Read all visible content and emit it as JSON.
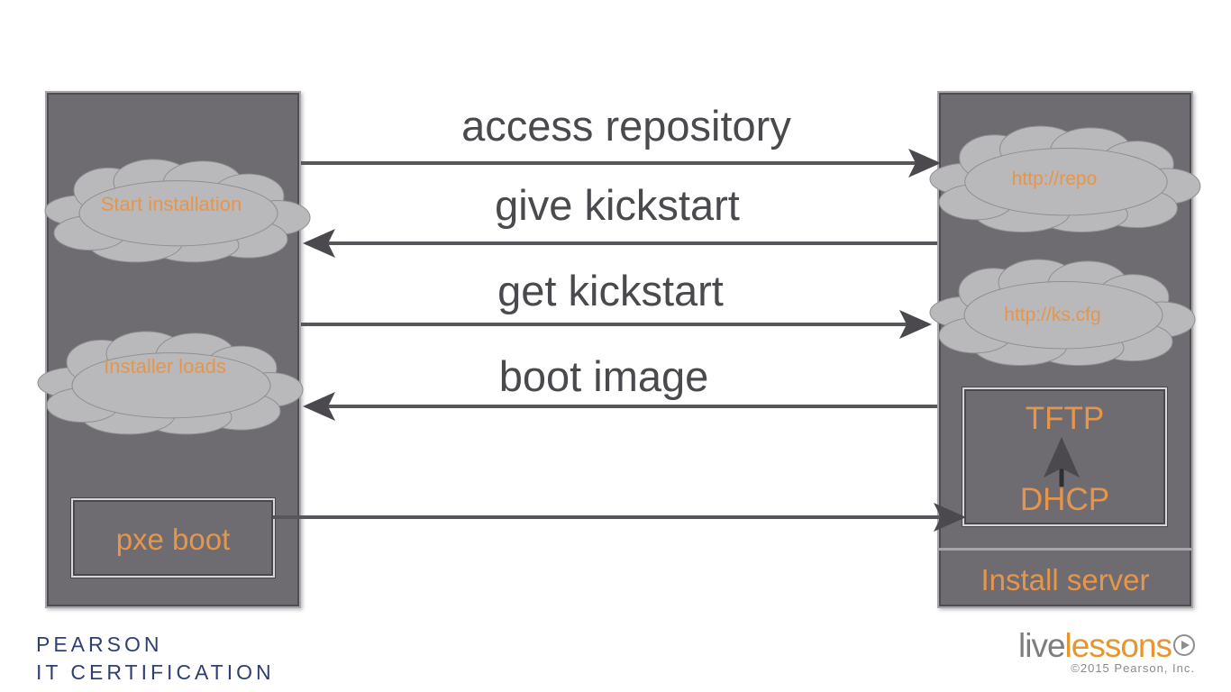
{
  "client": {
    "cloud_start": "Start installation",
    "cloud_installer": "Installer loads",
    "pxe_boot": "pxe boot"
  },
  "server": {
    "cloud_repo": "http://repo",
    "cloud_kscfg": "http://ks.cfg",
    "tftp": "TFTP",
    "dhcp": "DHCP",
    "title": "Install server"
  },
  "arrows": {
    "access_repository": "access repository",
    "give_kickstart": "give kickstart",
    "get_kickstart": "get kickstart",
    "boot_image": "boot image"
  },
  "footer": {
    "pearson_line1": "PEARSON",
    "pearson_line2": "IT CERTIFICATION",
    "brand_live": "live",
    "brand_lessons": "lessons",
    "copyright": "©2015 Pearson, Inc."
  },
  "colors": {
    "panel": "#6e6c71",
    "cloud": "#b9b8bb",
    "accent_text": "#e6964a",
    "arrow": "#58565b"
  }
}
